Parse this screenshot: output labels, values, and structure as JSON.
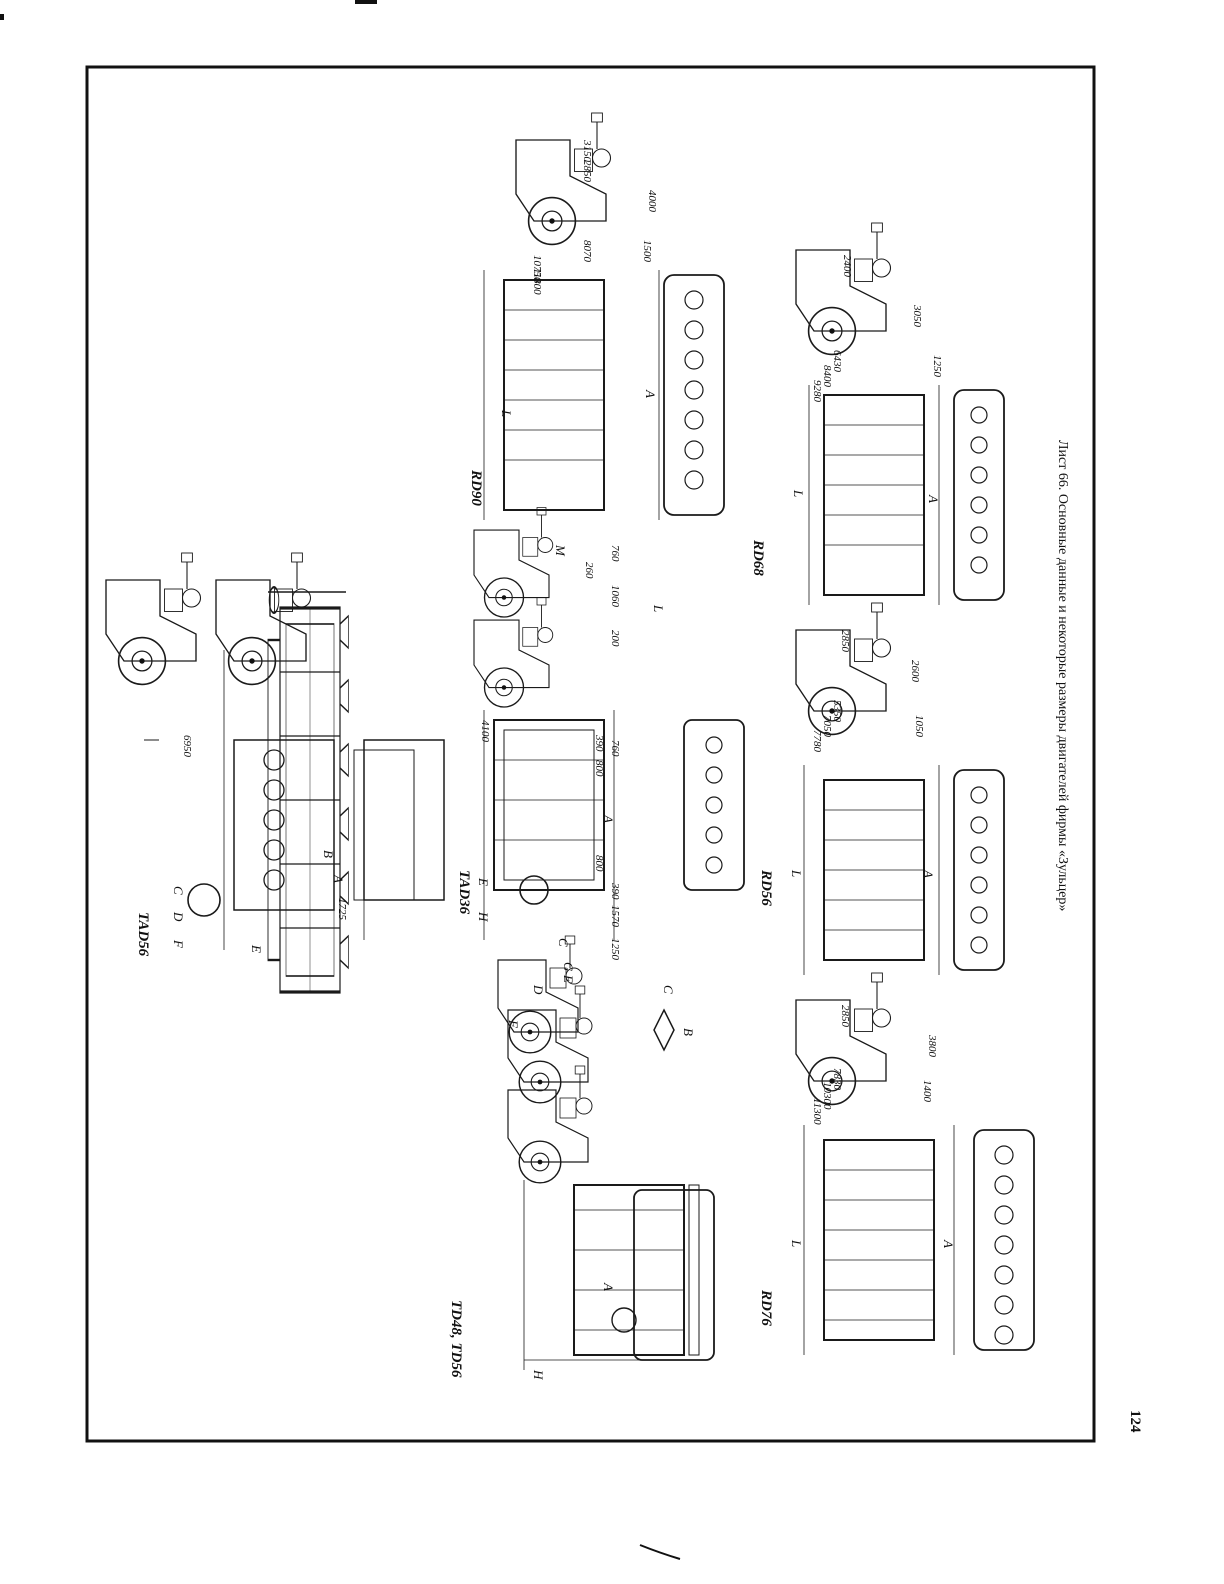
{
  "page": {
    "number": "124",
    "caption": "Лист 66. Основные данные и некоторые размеры двигателей фирмы «Зульцер»"
  },
  "engines": {
    "tad56": {
      "label": "TAD56",
      "letters": [
        "C",
        "D",
        "F",
        "E",
        "B",
        "A"
      ],
      "dims": [
        "6950",
        "1725"
      ]
    },
    "tad36": {
      "label": "TAD36",
      "letters": [
        "E",
        "H",
        "C",
        "A"
      ],
      "dims": [
        "4100",
        "1570",
        "1250",
        "390",
        "390",
        "800",
        "800",
        "760"
      ]
    },
    "td48": {
      "label": "TD48, TD56",
      "letters": [
        "A",
        "H",
        "F",
        "D",
        "G",
        "E",
        "C",
        "B"
      ]
    },
    "rd90": {
      "label": "RD90",
      "letters": [
        "L",
        "A",
        "M",
        "L"
      ],
      "dims": [
        "3150",
        "2850",
        "4000",
        "1500",
        "8070",
        "10750",
        "11800",
        "760",
        "260",
        "1060",
        "200"
      ]
    },
    "rd68": {
      "label": "RD68",
      "letters": [
        "L",
        "A"
      ],
      "dims": [
        "2400",
        "3050",
        "1250",
        "6430",
        "8400",
        "9280"
      ]
    },
    "rd56": {
      "label": "RD56",
      "letters": [
        "L",
        "A"
      ],
      "dims": [
        "2850",
        "2600",
        "1050",
        "5350",
        "7050",
        "7780"
      ]
    },
    "rd76": {
      "label": "RD76",
      "letters": [
        "L",
        "A"
      ],
      "dims": [
        "2850",
        "3800",
        "1400",
        "7830",
        "10300",
        "11300"
      ]
    }
  }
}
